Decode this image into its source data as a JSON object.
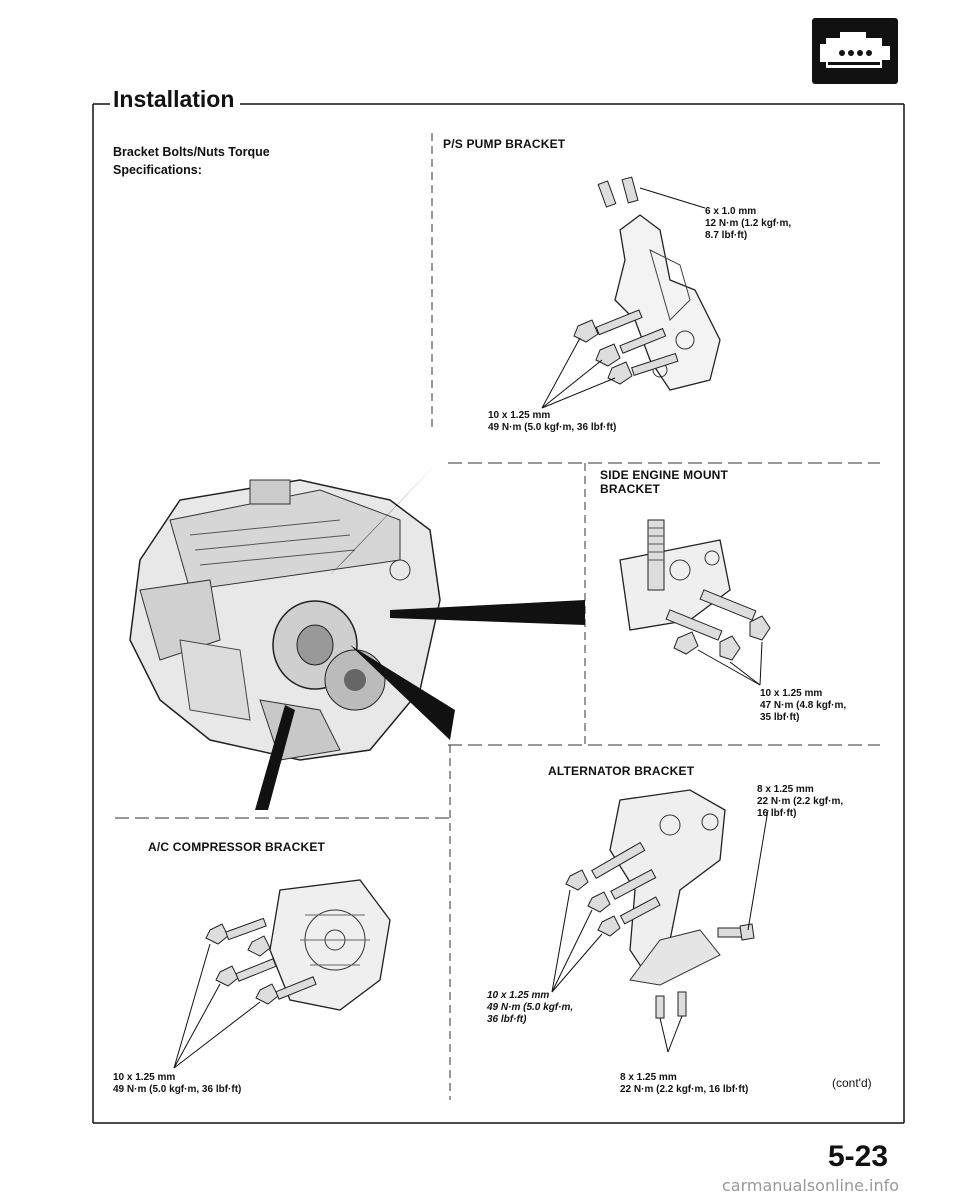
{
  "section": {
    "title": "Installation"
  },
  "header_note": {
    "line1": "Bracket Bolts/Nuts Torque",
    "line2": "Specifications:"
  },
  "ps_pump": {
    "title": "P/S PUMP BRACKET",
    "spec_small": [
      "6 x 1.0 mm",
      "12 N·m (1.2 kgf·m,",
      "8.7 lbf·ft)"
    ],
    "spec_large": [
      "10 x 1.25 mm",
      "49 N·m (5.0 kgf·m, 36 lbf·ft)"
    ]
  },
  "side_mount": {
    "title": [
      "SIDE ENGINE MOUNT",
      "BRACKET"
    ],
    "spec": [
      "10 x 1.25 mm",
      "47 N·m (4.8 kgf·m,",
      "35 lbf·ft)"
    ]
  },
  "alternator": {
    "title": "ALTERNATOR BRACKET",
    "spec_top": [
      "8 x 1.25 mm",
      "22 N·m (2.2 kgf·m,",
      "16 lbf·ft)"
    ],
    "spec_mid": [
      "10 x 1.25 mm",
      "49 N·m (5.0 kgf·m,",
      "36 lbf·ft)"
    ],
    "spec_bottom": [
      "8 x 1.25 mm",
      "22 N·m (2.2 kgf·m, 16 lbf·ft)"
    ]
  },
  "ac_compressor": {
    "title": "A/C COMPRESSOR BRACKET",
    "spec": [
      "10 x 1.25 mm",
      "49 N·m (5.0 kgf·m, 36 lbf·ft)"
    ]
  },
  "footer": {
    "continued": "(cont'd)",
    "page_number": "5-23",
    "watermark": "carmanualsonline.info"
  },
  "icons": {
    "badge": "engine-icon"
  }
}
